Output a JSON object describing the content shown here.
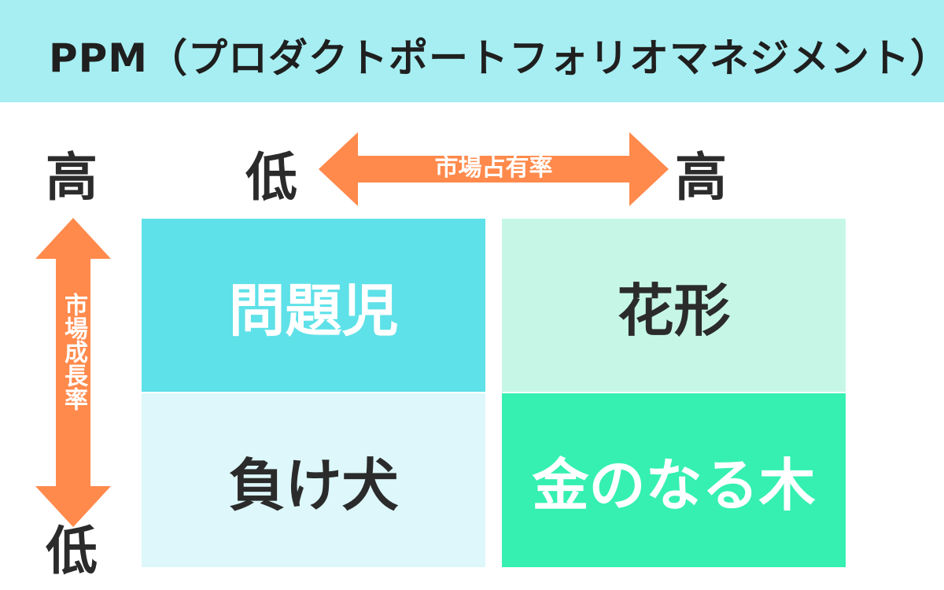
{
  "title": "PPM（プロダクトポートフォリオマネジメント）",
  "axes": {
    "horizontal": {
      "label": "市場占有率",
      "low": "低",
      "high": "高"
    },
    "vertical": {
      "label": "市場成長率",
      "high": "高",
      "low": "低"
    }
  },
  "quadrants": {
    "top_left": {
      "label": "問題児",
      "bg": "#5ee1e8",
      "fg": "#ffffff"
    },
    "top_right": {
      "label": "花形",
      "bg": "#c6f7e6",
      "fg": "#2b2b2b"
    },
    "bottom_left": {
      "label": "負け犬",
      "bg": "#ddf7fa",
      "fg": "#2b2b2b"
    },
    "bottom_right": {
      "label": "金のなる木",
      "bg": "#35f0b1",
      "fg": "#ffffff"
    }
  },
  "colors": {
    "header": "#a6eef2",
    "arrow": "#ff8a4c"
  }
}
